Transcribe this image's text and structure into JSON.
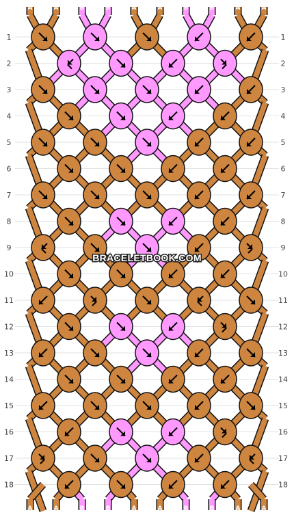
{
  "colors": {
    "A": "#cd853f",
    "B": "#ff99ff",
    "outline": "#111111",
    "arrow": "#000000",
    "row_line": "#e2e2e2"
  },
  "watermark": "BRACELETBOOK.COM",
  "top_strands": [
    "A",
    "A",
    "B",
    "B",
    "A",
    "A",
    "B",
    "B",
    "A",
    "A"
  ],
  "bottom_strands": [
    "A",
    "A",
    "B",
    "B",
    "A",
    "A",
    "B",
    "B",
    "A",
    "A"
  ],
  "rows": [
    {
      "number": "1",
      "knots": [
        {
          "c": "A",
          "a": "se"
        },
        {
          "c": "B",
          "a": "se"
        },
        {
          "c": "A",
          "a": "se"
        },
        {
          "c": "B",
          "a": "sw"
        },
        {
          "c": "A",
          "a": "sw"
        }
      ]
    },
    {
      "number": "2",
      "knots": [
        {
          "c": "B",
          "a": "fsw"
        },
        {
          "c": "B",
          "a": "se"
        },
        {
          "c": "B",
          "a": "sw"
        },
        {
          "c": "B",
          "a": "fse"
        }
      ]
    },
    {
      "number": "3",
      "knots": [
        {
          "c": "A",
          "a": "se"
        },
        {
          "c": "B",
          "a": "se"
        },
        {
          "c": "B",
          "a": "se"
        },
        {
          "c": "B",
          "a": "sw"
        },
        {
          "c": "A",
          "a": "sw"
        }
      ]
    },
    {
      "number": "4",
      "knots": [
        {
          "c": "A",
          "a": "se"
        },
        {
          "c": "B",
          "a": "se"
        },
        {
          "c": "B",
          "a": "sw"
        },
        {
          "c": "A",
          "a": "sw"
        }
      ]
    },
    {
      "number": "5",
      "knots": [
        {
          "c": "A",
          "a": "se"
        },
        {
          "c": "A",
          "a": "se"
        },
        {
          "c": "B",
          "a": "se"
        },
        {
          "c": "A",
          "a": "sw"
        },
        {
          "c": "A",
          "a": "sw"
        }
      ]
    },
    {
      "number": "6",
      "knots": [
        {
          "c": "A",
          "a": "se"
        },
        {
          "c": "A",
          "a": "se"
        },
        {
          "c": "A",
          "a": "sw"
        },
        {
          "c": "A",
          "a": "sw"
        }
      ]
    },
    {
      "number": "7",
      "knots": [
        {
          "c": "A",
          "a": "se"
        },
        {
          "c": "A",
          "a": "se"
        },
        {
          "c": "A",
          "a": "se"
        },
        {
          "c": "A",
          "a": "sw"
        },
        {
          "c": "A",
          "a": "sw"
        }
      ]
    },
    {
      "number": "8",
      "knots": [
        {
          "c": "A",
          "a": "se"
        },
        {
          "c": "B",
          "a": "se"
        },
        {
          "c": "B",
          "a": "sw"
        },
        {
          "c": "A",
          "a": "sw"
        }
      ]
    },
    {
      "number": "9",
      "knots": [
        {
          "c": "A",
          "a": "fsw"
        },
        {
          "c": "A",
          "a": "se"
        },
        {
          "c": "B",
          "a": "se"
        },
        {
          "c": "A",
          "a": "sw"
        },
        {
          "c": "A",
          "a": "fse"
        }
      ]
    },
    {
      "number": "10",
      "knots": [
        {
          "c": "A",
          "a": "se"
        },
        {
          "c": "A",
          "a": "se"
        },
        {
          "c": "A",
          "a": "sw"
        },
        {
          "c": "A",
          "a": "sw"
        }
      ]
    },
    {
      "number": "11",
      "knots": [
        {
          "c": "A",
          "a": "sw"
        },
        {
          "c": "A",
          "a": "fse"
        },
        {
          "c": "A",
          "a": "se"
        },
        {
          "c": "A",
          "a": "fsw"
        },
        {
          "c": "A",
          "a": "se"
        }
      ]
    },
    {
      "number": "12",
      "knots": [
        {
          "c": "A",
          "a": "se"
        },
        {
          "c": "B",
          "a": "se"
        },
        {
          "c": "B",
          "a": "sw"
        },
        {
          "c": "A",
          "a": "fse"
        }
      ]
    },
    {
      "number": "13",
      "knots": [
        {
          "c": "A",
          "a": "sw"
        },
        {
          "c": "A",
          "a": "se"
        },
        {
          "c": "B",
          "a": "se"
        },
        {
          "c": "A",
          "a": "sw"
        },
        {
          "c": "A",
          "a": "se"
        }
      ]
    },
    {
      "number": "14",
      "knots": [
        {
          "c": "A",
          "a": "se"
        },
        {
          "c": "A",
          "a": "se"
        },
        {
          "c": "A",
          "a": "sw"
        },
        {
          "c": "A",
          "a": "sw"
        }
      ]
    },
    {
      "number": "15",
      "knots": [
        {
          "c": "A",
          "a": "sw"
        },
        {
          "c": "A",
          "a": "se"
        },
        {
          "c": "A",
          "a": "se"
        },
        {
          "c": "A",
          "a": "sw"
        },
        {
          "c": "A",
          "a": "se"
        }
      ]
    },
    {
      "number": "16",
      "knots": [
        {
          "c": "A",
          "a": "sw"
        },
        {
          "c": "B",
          "a": "se"
        },
        {
          "c": "B",
          "a": "sw"
        },
        {
          "c": "A",
          "a": "fse"
        }
      ]
    },
    {
      "number": "17",
      "knots": [
        {
          "c": "A",
          "a": "fse"
        },
        {
          "c": "A",
          "a": "se"
        },
        {
          "c": "B",
          "a": "se"
        },
        {
          "c": "A",
          "a": "sw"
        },
        {
          "c": "A",
          "a": "fsw"
        }
      ]
    },
    {
      "number": "18",
      "knots": [
        {
          "c": "A",
          "a": "sw"
        },
        {
          "c": "A",
          "a": "se"
        },
        {
          "c": "A",
          "a": "sw"
        },
        {
          "c": "A",
          "a": "sw"
        }
      ]
    }
  ]
}
